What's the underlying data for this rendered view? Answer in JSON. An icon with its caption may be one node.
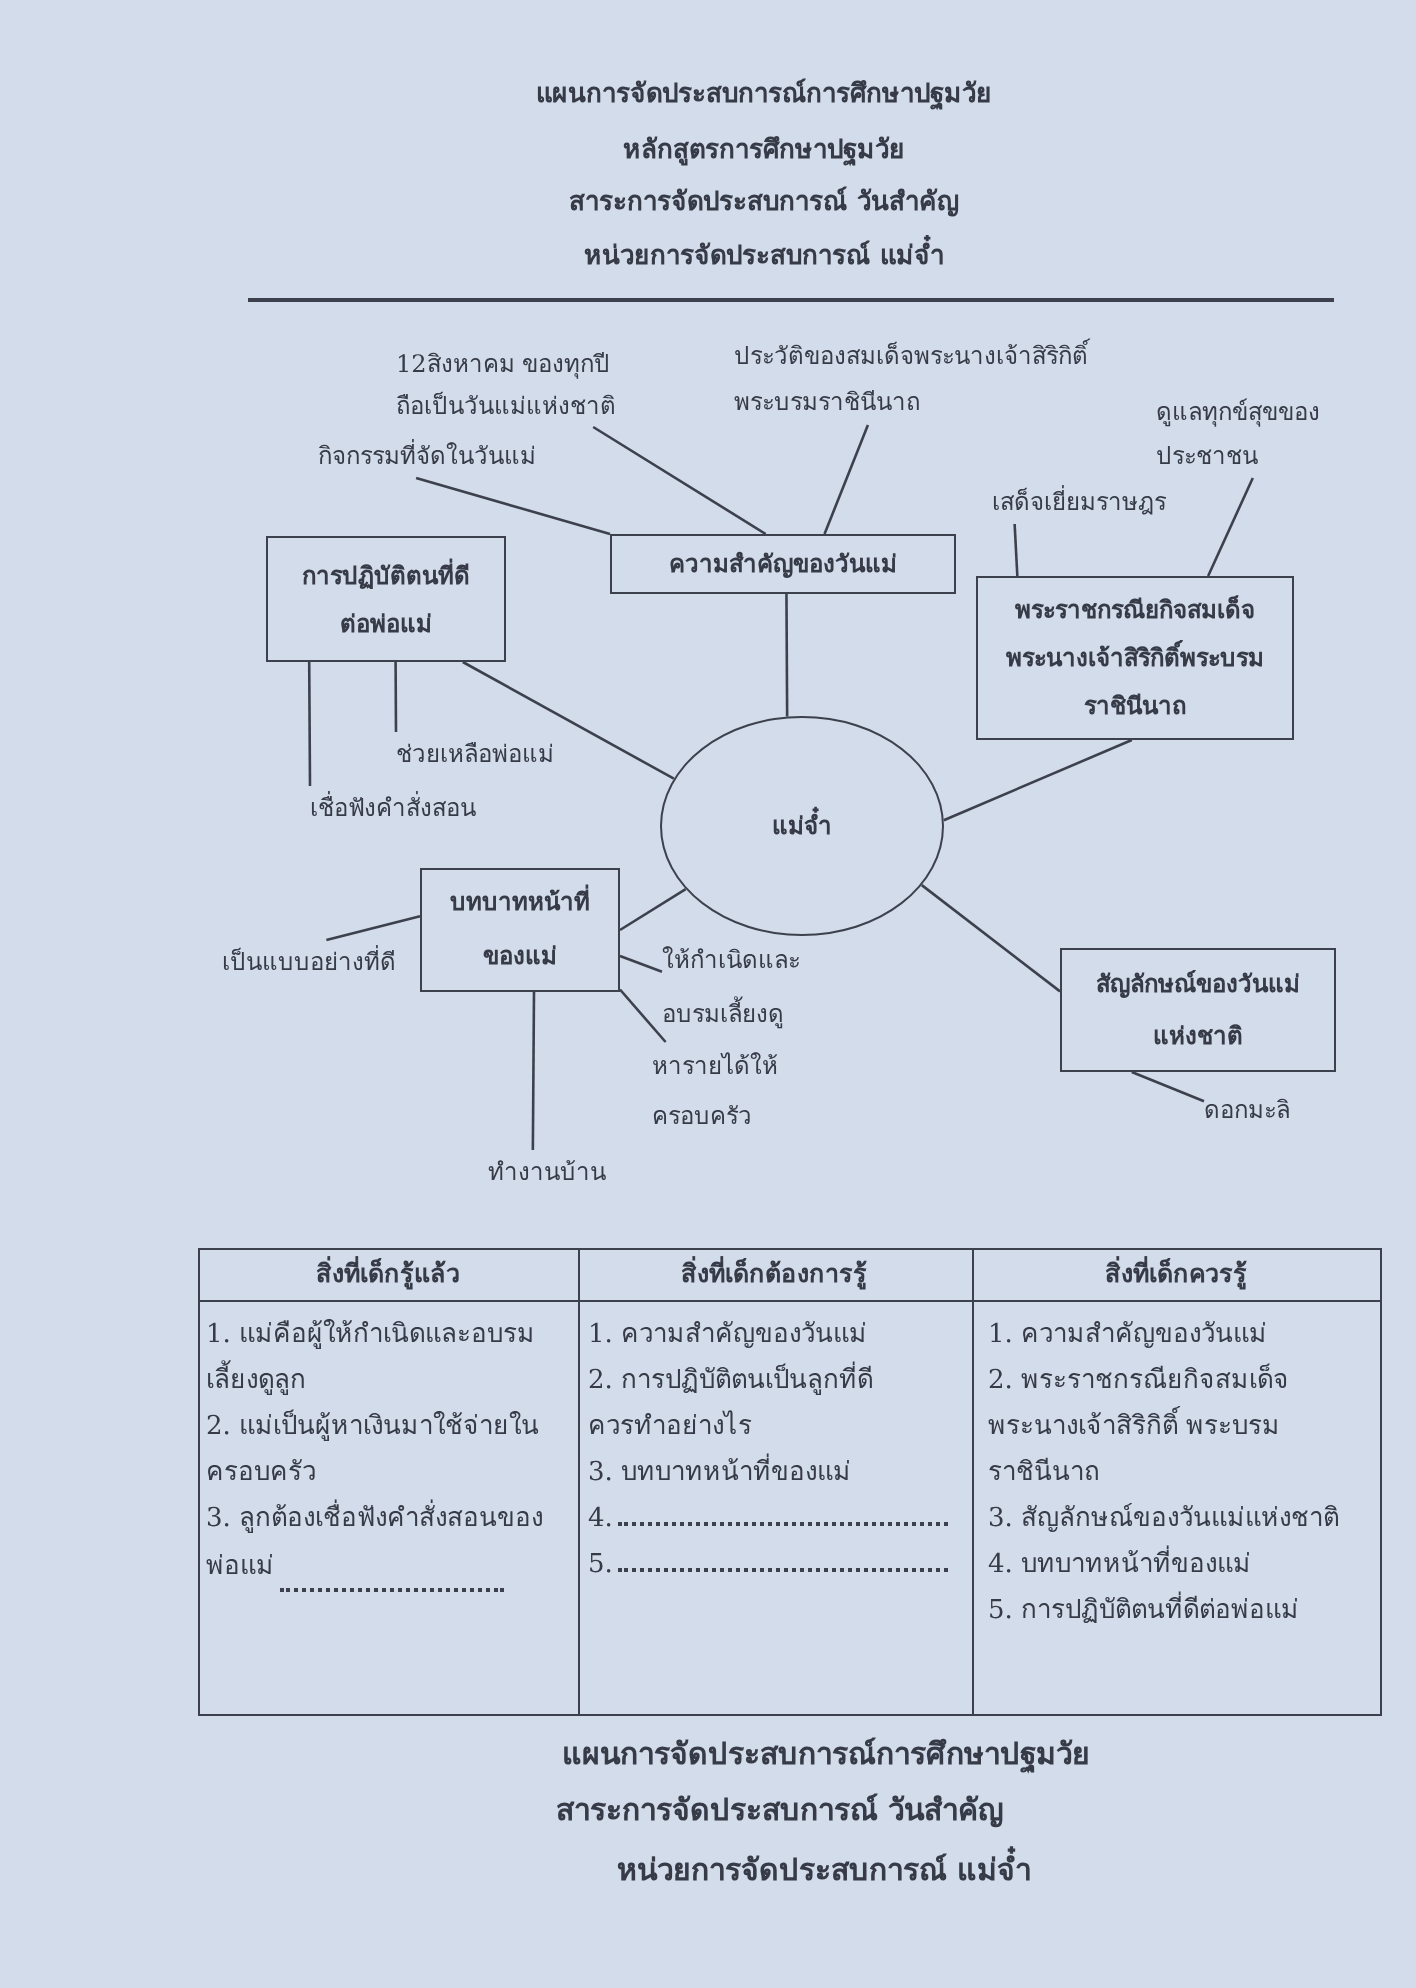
{
  "diagram": {
    "title": "แผนการจัดประสบการณ์การศึกษาปฐมวัย",
    "nodes": [
      {
        "text": [
          "12สิงหาคม ของทุกปีถือเป็นวันแม่แห่งชาติ"
        ]
      },
      {
        "text": [
          "ประวัติของสมเด็จพระนางเจ้าสิริกิติ์พระบรมราชินีนาถ"
        ]
      },
      {
        "text": [
          "ดูแลทุกข์สุขของประชาชน"
        ]
      },
      {
        "text": [
          "กิจกรรมที่จัดในวันแม่"
        ]
      },
      {
        "text": [
          "เสด็จเยี่ยมราษฎร"
        ]
      },
      {
        "text": [
          "การปฏิบัติตนที่ดีต่อพ่อแม่"
        ]
      },
      {
        "text": [
          "ความสำคัญของวันแม่"
        ]
      },
      {
        "text": [
          "พระราชกรณียกิจสมเด็จพระนางเจ้าสิริกิติ์พระบรมราชินีนาถ"
        ]
      },
      {
        "text": [
          "ช่วยเหลือพ่อแม่"
        ]
      },
      {
        "text": [
          "เชื่อฟังคำสั่งสอน"
        ]
      },
      {
        "text": [
          "แม่จ๋ำ"
        ]
      },
      {
        "text": [
          "บทบาทหน้าที่ของแม่"
        ]
      },
      {
        "text": [
          "เป็นแบบอย่างที่ดี"
        ]
      },
      {
        "text": [
          "ให้กำเนิดและอบรมเลี้ยงดู"
        ]
      },
      {
        "text": [
          "สัญลักษณ์ของวันแม่แห่งชาติ"
        ]
      },
      {
        "text": [
          "หารายได้ให้ครอบครัว"
        ]
      },
      {
        "text": [
          "ดอกมะลิ"
        ]
      },
      {
        "text": [
          "ทำงานบ้าน"
        ]
      }
    ],
    "edges": [
      {
        "from": 10,
        "to": 6,
        "arrow": "none"
      },
      {
        "from": 10,
        "to": 5,
        "arrow": "none"
      },
      {
        "from": 10,
        "to": 7,
        "arrow": "none"
      },
      {
        "from": 10,
        "to": 11,
        "arrow": "none"
      },
      {
        "from": 10,
        "to": 14,
        "arrow": "none"
      },
      {
        "from": 6,
        "to": 0,
        "arrow": "none"
      },
      {
        "from": 6,
        "to": 3,
        "arrow": "none"
      },
      {
        "from": 6,
        "to": 1,
        "arrow": "none"
      },
      {
        "from": 7,
        "to": 4,
        "arrow": "none"
      },
      {
        "from": 7,
        "to": 2,
        "arrow": "none"
      },
      {
        "from": 5,
        "to": 8,
        "arrow": "none"
      },
      {
        "from": 5,
        "to": 9,
        "arrow": "none"
      },
      {
        "from": 11,
        "to": 12,
        "arrow": "none"
      },
      {
        "from": 11,
        "to": 13,
        "arrow": "none"
      },
      {
        "from": 11,
        "to": 15,
        "arrow": "none"
      },
      {
        "from": 11,
        "to": 17,
        "arrow": "none"
      },
      {
        "from": 14,
        "to": 16,
        "arrow": "none"
      }
    ],
    "labels": [
      "หลักสูตรการศึกษาปฐมวัย",
      "สาระการจัดประสบการณ์ วันสำคัญ",
      "หน่วยการจัดประสบการณ์ แม่จ๋ำ",
      "สิ่งที่เด็กรู้แล้ว",
      "สิ่งที่เด็กต้องการรู้",
      "สิ่งที่เด็กควรรู้",
      "1. แม่คือผู้ให้กำเนิดและอบรมเลี้ยงดูลูก",
      "2. แม่เป็นผู้หาเงินมาใช้จ่ายในครอบครัว",
      "3. ลูกต้องเชื่อฟังคำสั่งสอนของพ่อแม่",
      "1. ความสำคัญของวันแม่",
      "2. การปฏิบัติตนเป็นลูกที่ดีควรทำอย่างไร",
      "3. บทบาทหน้าที่ของแม่",
      "4.",
      "5.",
      "1. ความสำคัญของวันแม่",
      "2. พระราชกรณียกิจสมเด็จพระนางเจ้าสิริกิติ์ พระบรมราชินีนาถ",
      "3. สัญลักษณ์ของวันแม่แห่งชาติ",
      "4. บทบาทหน้าที่ของแม่",
      "5. การปฏิบัติตนที่ดีต่อพ่อแม่",
      "แผนการจัดประสบการณ์การศึกษาปฐมวัย",
      "สาระการจัดประสบการณ์ วันสำคัญ",
      "หน่วยการจัดประสบการณ์ แม่จ๋ำ"
    ]
  }
}
